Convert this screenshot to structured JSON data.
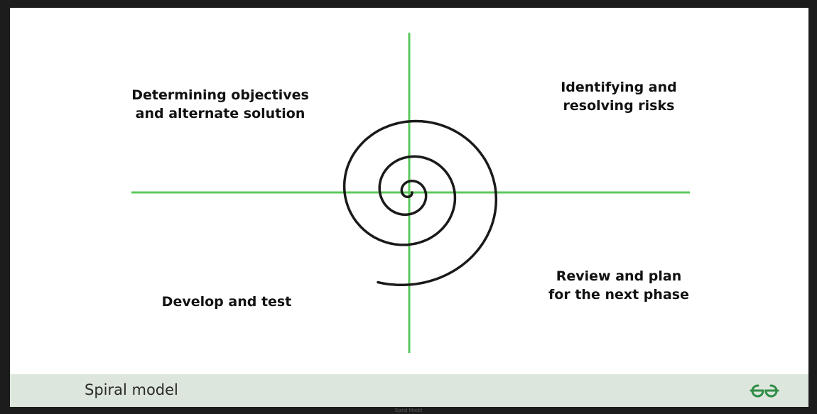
{
  "diagram": {
    "quadrants": {
      "top_left": [
        "Determining objectives",
        "and alternate solution"
      ],
      "top_right": [
        "Identifying and",
        "resolving risks"
      ],
      "bottom_left": [
        "Develop and test"
      ],
      "bottom_right": [
        "Review and plan",
        "for the next phase"
      ]
    },
    "colors": {
      "axis": "#5cc85c",
      "spiral": "#1a1a1a"
    }
  },
  "footer": {
    "title": "Spiral model",
    "logo": "gfg-logo-icon",
    "logo_color": "#2f8d46"
  },
  "caption": "Spiral Model"
}
